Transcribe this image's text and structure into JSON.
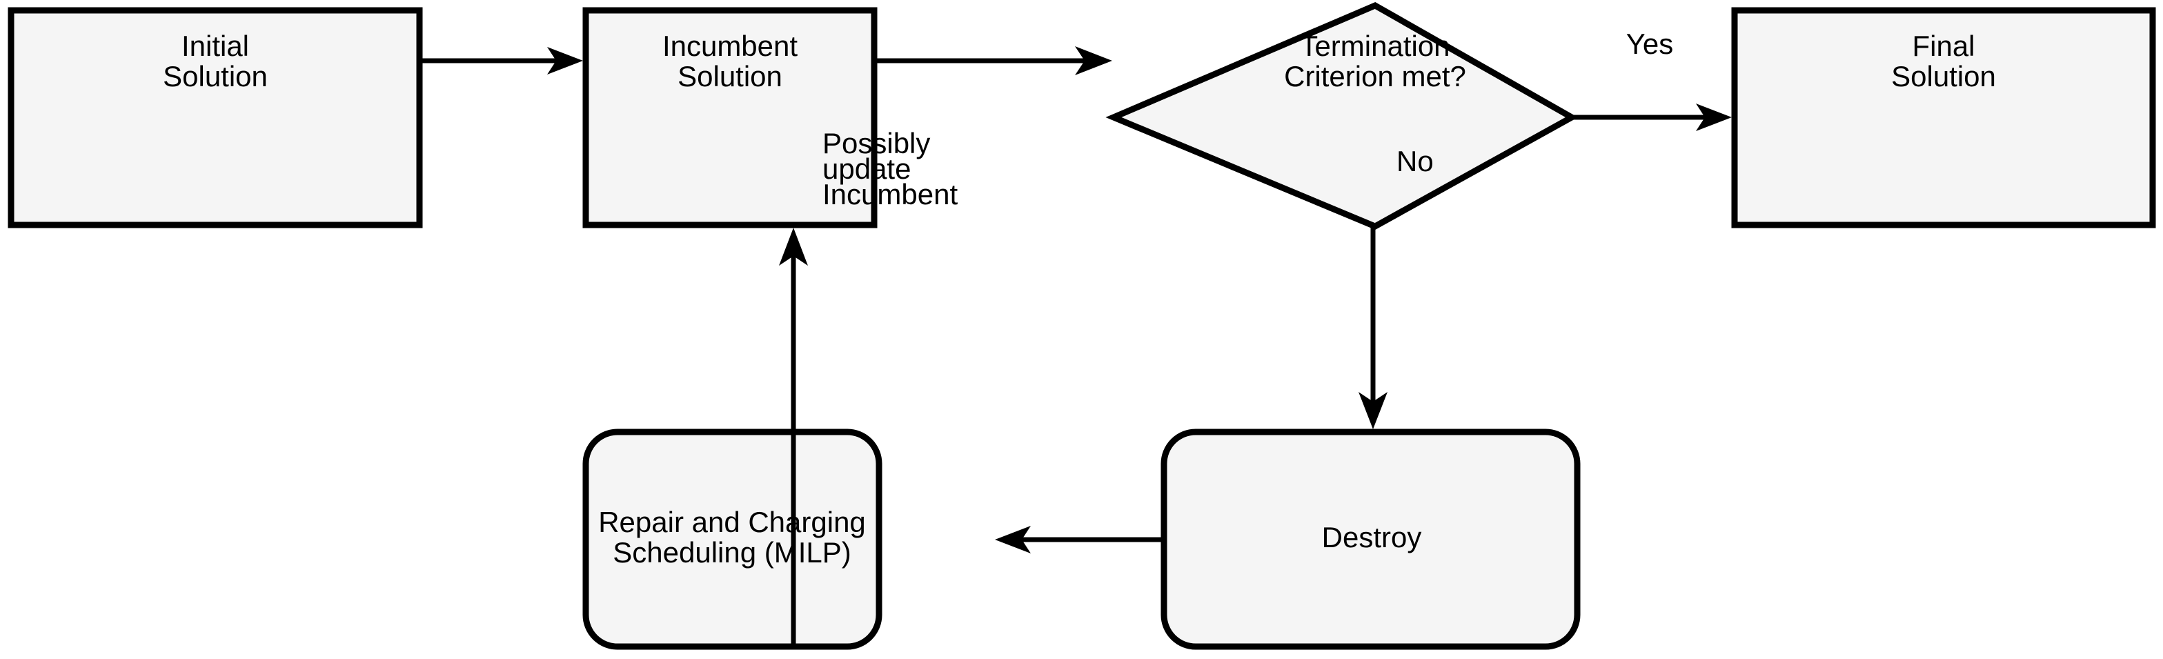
{
  "diagram": {
    "title": "Large Neighborhood Search flowchart",
    "background_color": "#ffffff",
    "node_fill": "#f5f5f5",
    "node_stroke": "#000000",
    "nodes": [
      {
        "id": "initial-solution",
        "shape": "rectangle",
        "lines": [
          "Initial",
          "Solution"
        ]
      },
      {
        "id": "incumbent-solution",
        "shape": "rectangle",
        "lines": [
          "Incumbent",
          "Solution"
        ]
      },
      {
        "id": "termination-criterion",
        "shape": "diamond",
        "lines": [
          "Termination",
          "Criterion met?"
        ]
      },
      {
        "id": "final-solution",
        "shape": "rectangle",
        "lines": [
          "Final",
          "Solution"
        ]
      },
      {
        "id": "destroy",
        "shape": "rounded-rectangle",
        "lines": [
          "Destroy"
        ]
      },
      {
        "id": "repair-charging-scheduling",
        "shape": "rounded-rectangle",
        "lines": [
          "Repair and Charging",
          "Scheduling (MILP)"
        ]
      }
    ],
    "edges": [
      {
        "id": "initial-to-incumbent",
        "from": "initial-solution",
        "to": "incumbent-solution",
        "label": ""
      },
      {
        "id": "incumbent-to-termination",
        "from": "incumbent-solution",
        "to": "termination-criterion",
        "label": ""
      },
      {
        "id": "termination-to-final",
        "from": "termination-criterion",
        "to": "final-solution",
        "label": "Yes"
      },
      {
        "id": "termination-to-destroy",
        "from": "termination-criterion",
        "to": "destroy",
        "label": "No"
      },
      {
        "id": "destroy-to-repair",
        "from": "destroy",
        "to": "repair-charging-scheduling",
        "label": ""
      },
      {
        "id": "repair-to-incumbent",
        "from": "repair-charging-scheduling",
        "to": "incumbent-solution",
        "label": "Possibly update Incumbent",
        "label_lines": [
          "Possibly",
          "update",
          "Incumbent"
        ]
      }
    ]
  }
}
